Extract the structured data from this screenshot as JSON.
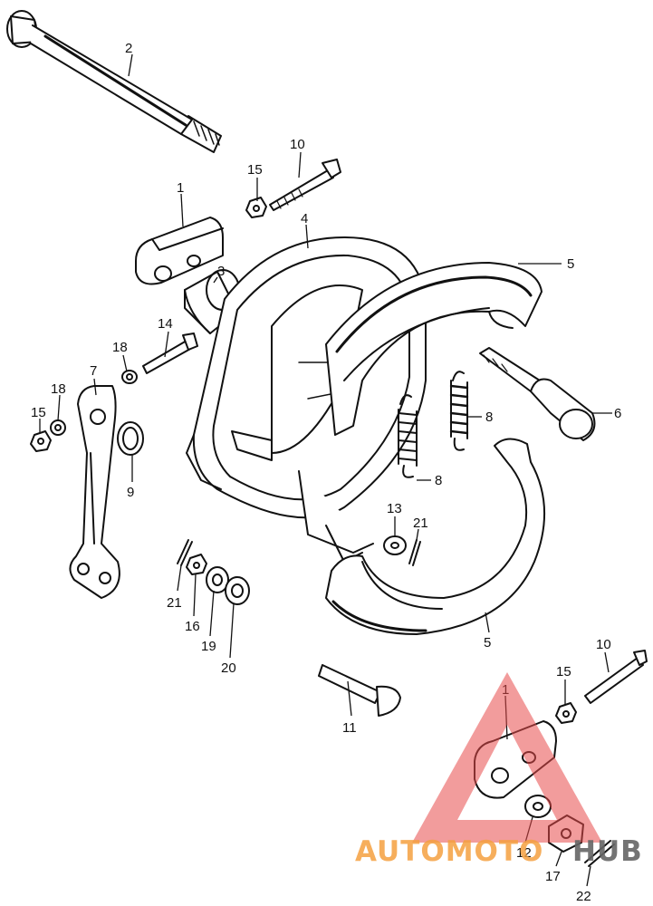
{
  "diagram": {
    "callouts": [
      {
        "id": "c2",
        "number": "2"
      },
      {
        "id": "c10a",
        "number": "10"
      },
      {
        "id": "c15a",
        "number": "15"
      },
      {
        "id": "c1a",
        "number": "1"
      },
      {
        "id": "c4",
        "number": "4"
      },
      {
        "id": "c3",
        "number": "3"
      },
      {
        "id": "c5a",
        "number": "5"
      },
      {
        "id": "c14",
        "number": "14"
      },
      {
        "id": "c18a",
        "number": "18"
      },
      {
        "id": "c7",
        "number": "7"
      },
      {
        "id": "c18b",
        "number": "18"
      },
      {
        "id": "c15b",
        "number": "15"
      },
      {
        "id": "c9",
        "number": "9"
      },
      {
        "id": "c6",
        "number": "6"
      },
      {
        "id": "c8a",
        "number": "8"
      },
      {
        "id": "c8b",
        "number": "8"
      },
      {
        "id": "c13",
        "number": "13"
      },
      {
        "id": "c21a",
        "number": "21"
      },
      {
        "id": "c21b",
        "number": "21"
      },
      {
        "id": "c16",
        "number": "16"
      },
      {
        "id": "c19",
        "number": "19"
      },
      {
        "id": "c20",
        "number": "20"
      },
      {
        "id": "c5b",
        "number": "5"
      },
      {
        "id": "c11",
        "number": "11"
      },
      {
        "id": "c10b",
        "number": "10"
      },
      {
        "id": "c15c",
        "number": "15"
      },
      {
        "id": "c1b",
        "number": "1"
      },
      {
        "id": "c12",
        "number": "12"
      },
      {
        "id": "c17",
        "number": "17"
      },
      {
        "id": "c22",
        "number": "22"
      }
    ]
  },
  "watermark": {
    "text_a": "AUTOMOTO",
    "text_b": "HUB",
    "color_a": "#f5a040",
    "color_b": "#666666",
    "triangle_color": "#e84a4a"
  }
}
